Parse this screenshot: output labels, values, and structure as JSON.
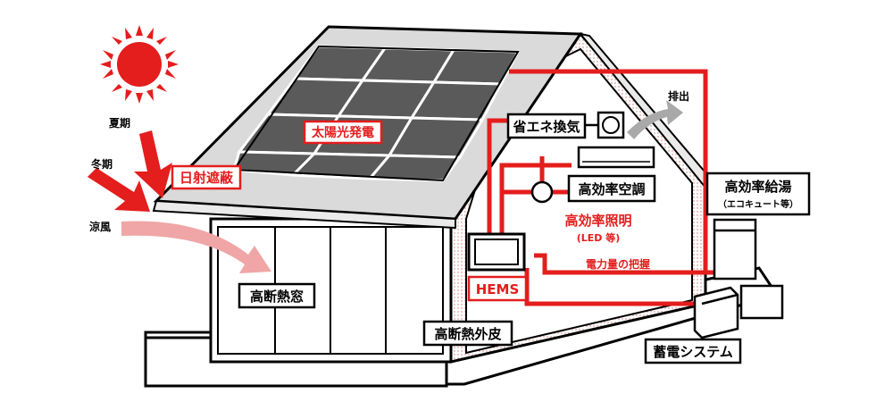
{
  "labels": {
    "summer": "夏期",
    "winter": "冬期",
    "cool_breeze": "涼風",
    "shading": "日射遮蔽",
    "solar_power": "太陽光発電",
    "energy_saving_ventilation": "省エネ換気",
    "exhaust": "排出",
    "efficient_ac": "高効率空調",
    "efficient_water_heater": "高効率給湯",
    "water_heater_note": "（エコキュート等）",
    "efficient_lighting": "高効率照明",
    "lighting_note": "(LED 等)",
    "power_monitoring": "電力量の把握",
    "hems": "HEMS",
    "insulated_window": "高断熱窓",
    "insulated_envelope": "高断熱外皮",
    "storage_system": "蓄電システム"
  },
  "colors": {
    "accent_red": "#e41d1d",
    "panel_gray": "#5a5a5a",
    "roof_gray": "#dadada",
    "breeze_pink": "#f0a6a6",
    "exhaust_gray": "#a9a9a9",
    "outline": "#000000"
  },
  "icons": {
    "sun": "sun-icon",
    "summer_ray": "red-arrow",
    "winter_ray": "red-arrow",
    "breeze": "pink-curved-arrow",
    "exhaust": "gray-curved-arrow"
  }
}
